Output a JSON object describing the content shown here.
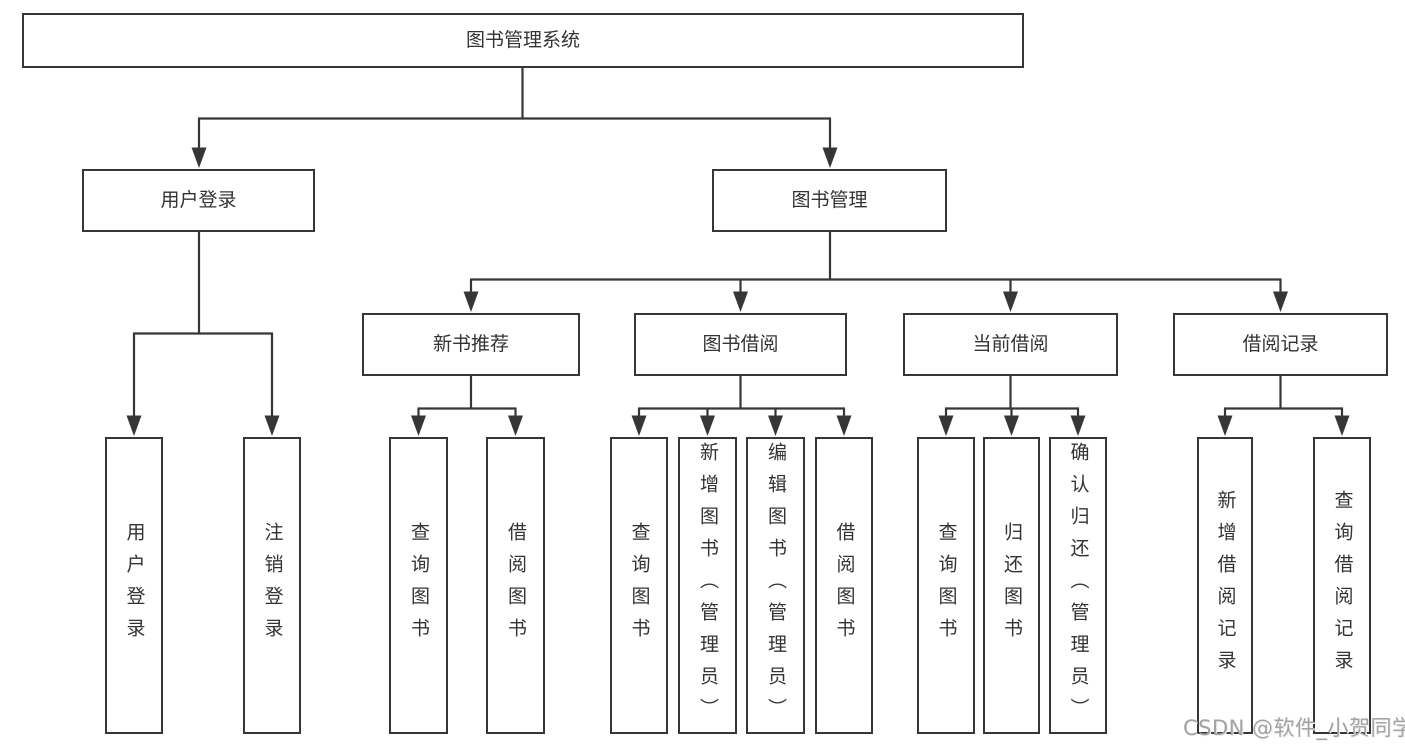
{
  "diagram": {
    "root": {
      "label": "图书管理系统"
    },
    "level2": [
      {
        "label": "用户登录"
      },
      {
        "label": "图书管理"
      }
    ],
    "level3": [
      {
        "label": "新书推荐"
      },
      {
        "label": "图书借阅"
      },
      {
        "label": "当前借阅"
      },
      {
        "label": "借阅记录"
      }
    ],
    "leaves": {
      "user_login": [
        {
          "label": "用户登录"
        },
        {
          "label": "注销登录"
        }
      ],
      "new_book": [
        {
          "label": "查询图书"
        },
        {
          "label": "借阅图书"
        }
      ],
      "book_borrow": [
        {
          "label": "查询图书"
        },
        {
          "label": "新增图书（管理员）"
        },
        {
          "label": "编辑图书（管理员）"
        },
        {
          "label": "借阅图书"
        }
      ],
      "current_borrow": [
        {
          "label": "查询图书"
        },
        {
          "label": "归还图书"
        },
        {
          "label": "确认归还（管理员）"
        }
      ],
      "borrow_records": [
        {
          "label": "新增借阅记录"
        },
        {
          "label": "查询借阅记录"
        }
      ]
    }
  },
  "watermark": {
    "text": "CSDN @软件_小贺同学"
  },
  "colors": {
    "line": "#363636",
    "text": "#333333",
    "box_background": "#ffffff",
    "watermark": "#a3a3a3"
  }
}
